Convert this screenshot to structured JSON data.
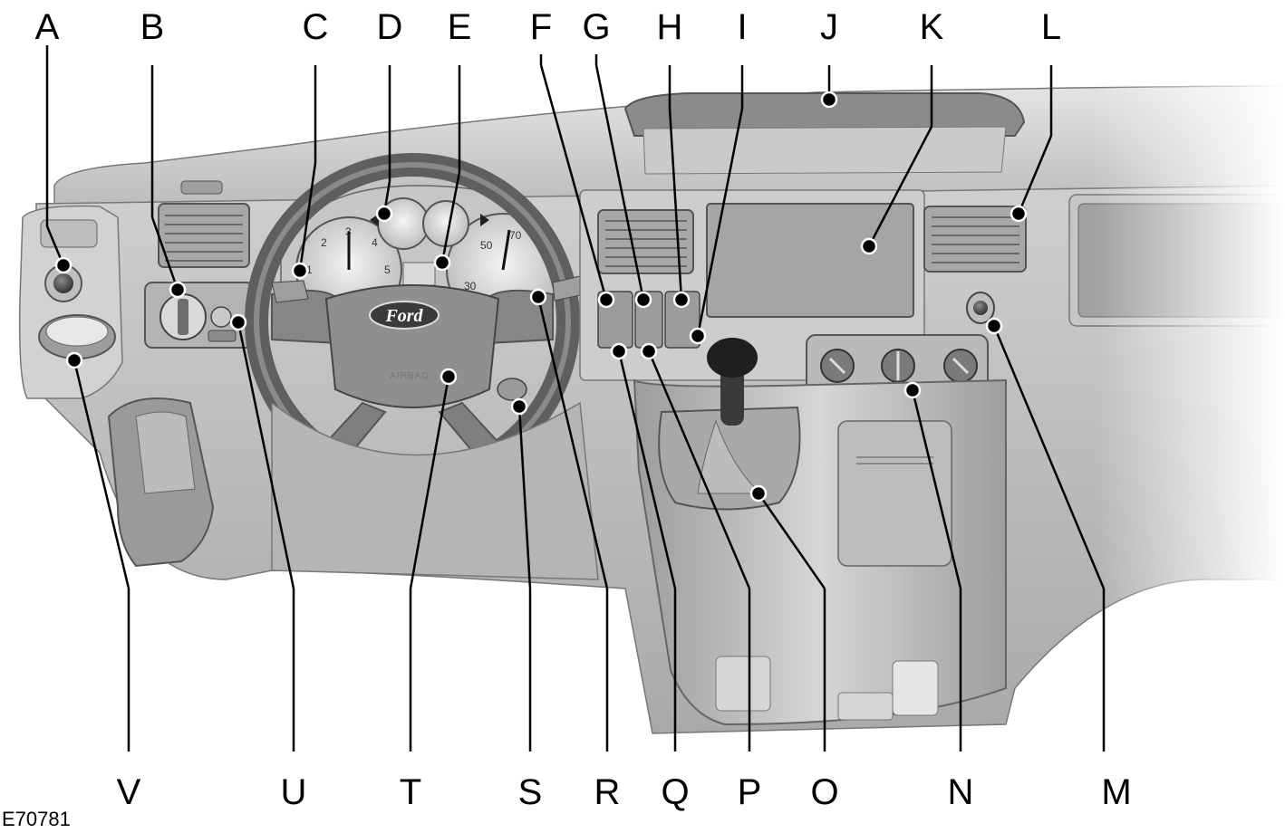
{
  "figure_code": "E70781",
  "badge": {
    "brand": "Ford",
    "airbag": "AIRBAG"
  },
  "gauges": {
    "tach_ticks": [
      "1",
      "2",
      "3",
      "4",
      "5"
    ],
    "speed_ticks": [
      "30",
      "50",
      "70"
    ]
  },
  "callouts": {
    "top": [
      "A",
      "B",
      "C",
      "D",
      "E",
      "F",
      "G",
      "H",
      "I",
      "J",
      "K",
      "L"
    ],
    "bottom": [
      "V",
      "U",
      "T",
      "S",
      "R",
      "Q",
      "P",
      "O",
      "N",
      "M"
    ]
  }
}
